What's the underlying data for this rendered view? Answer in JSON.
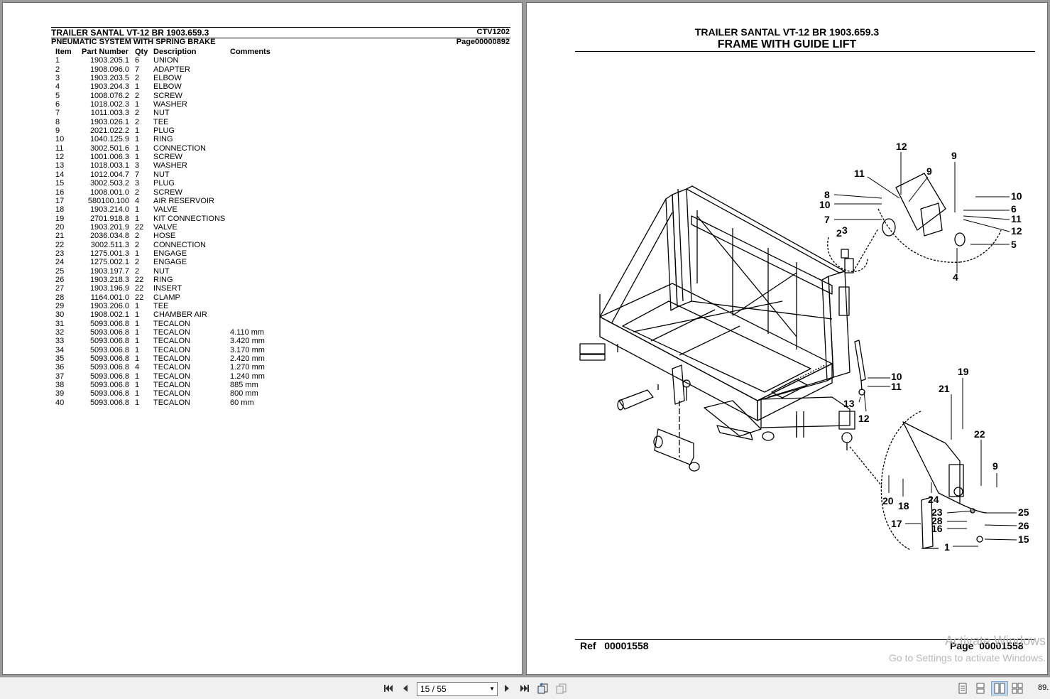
{
  "left_page": {
    "title": "TRAILER SANTAL VT-12 BR 1903.659.3",
    "code": "CTV1202",
    "subtitle": "PNEUMATIC SYSTEM WITH  SPRING BRAKE",
    "page_no": "Page00000892",
    "columns": [
      "Item",
      "Part Number",
      "Qty",
      "Description",
      "Comments"
    ],
    "rows": [
      [
        "1",
        "1903.205.1",
        "6",
        "UNION",
        ""
      ],
      [
        "2",
        "1908.096.0",
        "7",
        "ADAPTER",
        ""
      ],
      [
        "3",
        "1903.203.5",
        "2",
        "ELBOW",
        ""
      ],
      [
        "4",
        "1903.204.3",
        "1",
        "ELBOW",
        ""
      ],
      [
        "5",
        "1008.076.2",
        "2",
        "SCREW",
        ""
      ],
      [
        "6",
        "1018.002.3",
        "1",
        "WASHER",
        ""
      ],
      [
        "7",
        "1011.003.3",
        "2",
        "NUT",
        ""
      ],
      [
        "8",
        "1903.026.1",
        "2",
        "TEE",
        ""
      ],
      [
        "9",
        "2021.022.2",
        "1",
        "PLUG",
        ""
      ],
      [
        "10",
        "1040.125.9",
        "1",
        "RING",
        ""
      ],
      [
        "11",
        "3002.501.6",
        "1",
        "CONNECTION",
        ""
      ],
      [
        "12",
        "1001.006.3",
        "1",
        "SCREW",
        ""
      ],
      [
        "13",
        "1018.003.1",
        "3",
        "WASHER",
        ""
      ],
      [
        "14",
        "1012.004.7",
        "7",
        "NUT",
        ""
      ],
      [
        "15",
        "3002.503.2",
        "3",
        "PLUG",
        ""
      ],
      [
        "16",
        "1008.001.0",
        "2",
        "SCREW",
        ""
      ],
      [
        "17",
        "580100.100",
        "4",
        "AIR RESERVOIR",
        ""
      ],
      [
        "18",
        "1903.214.0",
        "1",
        "VALVE",
        ""
      ],
      [
        "19",
        "2701.918.8",
        "1",
        "KIT CONNECTIONS",
        ""
      ],
      [
        "20",
        "1903.201.9",
        "22",
        "VALVE",
        ""
      ],
      [
        "21",
        "2036.034.8",
        "2",
        "HOSE",
        ""
      ],
      [
        "22",
        "3002.511.3",
        "2",
        "CONNECTION",
        ""
      ],
      [
        "23",
        "1275.001.3",
        "1",
        "ENGAGE",
        ""
      ],
      [
        "24",
        "1275.002.1",
        "2",
        "ENGAGE",
        ""
      ],
      [
        "25",
        "1903.197.7",
        "2",
        "NUT",
        ""
      ],
      [
        "26",
        "1903.218.3",
        "22",
        "RING",
        ""
      ],
      [
        "27",
        "1903.196.9",
        "22",
        "INSERT",
        ""
      ],
      [
        "28",
        "1164.001.0",
        "22",
        "CLAMP",
        ""
      ],
      [
        "29",
        "1903.206.0",
        "1",
        "TEE",
        ""
      ],
      [
        "30",
        "1908.002.1",
        "1",
        "CHAMBER AIR",
        ""
      ],
      [
        "31",
        "5093.006.8",
        "1",
        "TECALON",
        ""
      ],
      [
        "32",
        "5093.006.8",
        "1",
        "TECALON",
        "4.110 mm"
      ],
      [
        "33",
        "5093.006.8",
        "1",
        "TECALON",
        "3.420 mm"
      ],
      [
        "34",
        "5093.006.8",
        "1",
        "TECALON",
        "3.170 mm"
      ],
      [
        "35",
        "5093.006.8",
        "1",
        "TECALON",
        "2.420 mm"
      ],
      [
        "36",
        "5093.006.8",
        "4",
        "TECALON",
        "1.270 mm"
      ],
      [
        "37",
        "5093.006.8",
        "1",
        "TECALON",
        "1.240 mm"
      ],
      [
        "38",
        "5093.006.8",
        "1",
        "TECALON",
        "885 mm"
      ],
      [
        "39",
        "5093.006.8",
        "1",
        "TECALON",
        "800 mm"
      ],
      [
        "40",
        "5093.006.8",
        "1",
        "TECALON",
        "60 mm"
      ]
    ]
  },
  "right_page": {
    "title": "TRAILER SANTAL VT-12 BR 1903.659.3",
    "subtitle": "FRAME WITH GUIDE LIFT",
    "ref_label": "Ref",
    "ref_value": "00001558",
    "page_label": "Page",
    "page_value": "00001558",
    "callouts": [
      "12",
      "9",
      "11",
      "9",
      "8",
      "10",
      "7",
      "2",
      "3",
      "10",
      "6",
      "11",
      "12",
      "5",
      "4",
      "10",
      "11",
      "13",
      "12",
      "19",
      "21",
      "22",
      "9",
      "20",
      "18",
      "24",
      "23",
      "28",
      "16",
      "17",
      "1",
      "25",
      "26",
      "15"
    ]
  },
  "watermark": {
    "line1": "Activate Windows",
    "line2": "Go to Settings to activate Windows."
  },
  "toolbar": {
    "page_field": "15 / 55",
    "zoom": "89.",
    "icons": [
      "first-page-icon",
      "prev-page-icon",
      "next-page-icon",
      "last-page-icon",
      "rotate-icon",
      "extract-icon",
      "single-page-icon",
      "continuous-icon",
      "two-page-icon",
      "two-page-continuous-icon"
    ]
  }
}
